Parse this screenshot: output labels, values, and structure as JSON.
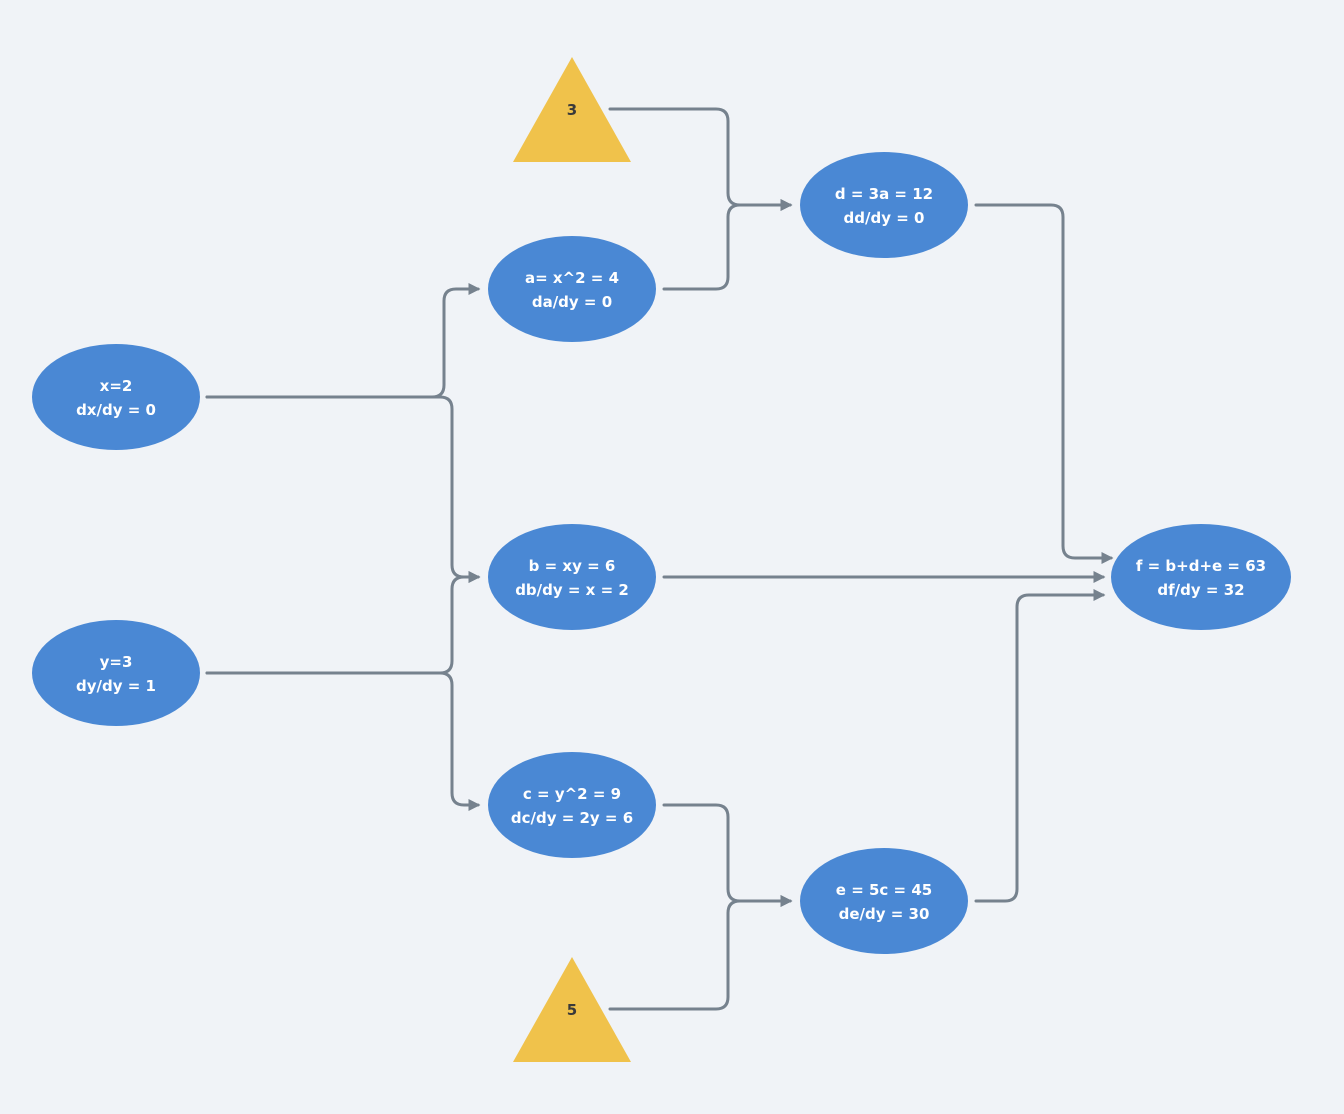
{
  "colors": {
    "background": "#f0f3f7",
    "node_fill": "#4a88d4",
    "constant_fill": "#f0c24b",
    "edge_stroke": "#76828e",
    "node_text": "#ffffff",
    "constant_text": "#3a3a3a"
  },
  "nodes": {
    "x": {
      "line1": "x=2",
      "line2": "dx/dy = 0"
    },
    "y": {
      "line1": "y=3",
      "line2": "dy/dy = 1"
    },
    "a": {
      "line1": "a= x^2 = 4",
      "line2": "da/dy = 0"
    },
    "b": {
      "line1": "b = xy = 6",
      "line2": "db/dy = x = 2"
    },
    "c": {
      "line1": "c = y^2 = 9",
      "line2": "dc/dy = 2y = 6"
    },
    "d": {
      "line1": "d = 3a = 12",
      "line2": "dd/dy = 0"
    },
    "e": {
      "line1": "e = 5c = 45",
      "line2": "de/dy = 30"
    },
    "f": {
      "line1": "f = b+d+e = 63",
      "line2": "df/dy = 32"
    }
  },
  "constants": {
    "three": {
      "label": "3"
    },
    "five": {
      "label": "5"
    }
  }
}
